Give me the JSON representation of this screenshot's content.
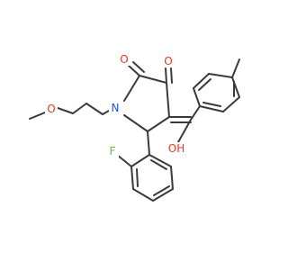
{
  "colors": {
    "carbon_bond": "#3a3a3a",
    "oxygen": "#e8371f",
    "nitrogen": "#1f4fe8",
    "fluorine": "#6abf3a",
    "background": "#ffffff"
  },
  "atoms": {
    "O_methoxy": "O",
    "N_ring": "N",
    "O_ketone_1": "O",
    "O_ketone_2": "O",
    "O_hydroxyl": "OH",
    "F_aryl": "F"
  }
}
